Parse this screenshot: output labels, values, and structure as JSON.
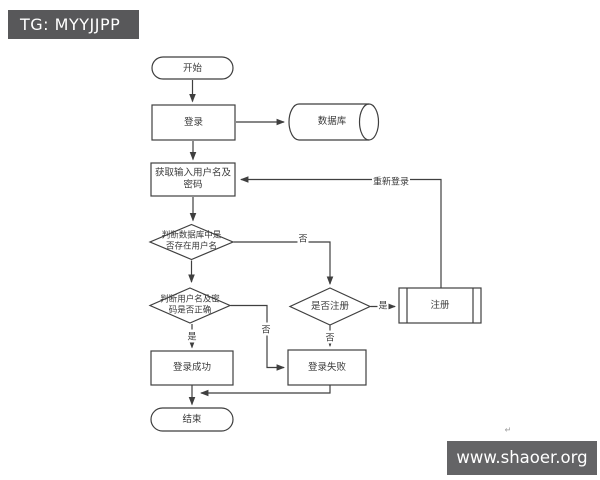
{
  "overlays": {
    "tg_badge": "TG: MYYJJPP",
    "site_badge": "www.shaoer.org",
    "stray_mark": "↵"
  },
  "colors": {
    "badge_bg": "#58585a",
    "badge_text": "#ffffff",
    "line": "#3f3f3f",
    "node_fill": "#ffffff",
    "text": "#3a3a3a",
    "canvas_bg": "#ffffff"
  },
  "flowchart": {
    "nodes": {
      "start": {
        "type": "terminator",
        "label": "开始"
      },
      "login": {
        "type": "process",
        "label": "登录"
      },
      "database": {
        "type": "cylinder-datastore",
        "label": "数据库"
      },
      "get_input": {
        "type": "process",
        "label": "获取输入用户名及密码"
      },
      "check_user_exists": {
        "type": "decision",
        "label": "判断数据库中是否存在用户名"
      },
      "check_credentials": {
        "type": "decision",
        "label": "判断用户名及密码是否正确"
      },
      "ask_register": {
        "type": "decision",
        "label": "是否注册"
      },
      "register": {
        "type": "predefined-process",
        "label": "注册"
      },
      "login_success": {
        "type": "process",
        "label": "登录成功"
      },
      "login_fail": {
        "type": "process",
        "label": "登录失败"
      },
      "end": {
        "type": "terminator",
        "label": "结束"
      }
    },
    "edge_labels": {
      "user_not_exists_no": "否",
      "credentials_yes": "是",
      "credentials_no": "否",
      "register_yes": "是",
      "register_no": "否",
      "relogin": "重新登录"
    }
  }
}
